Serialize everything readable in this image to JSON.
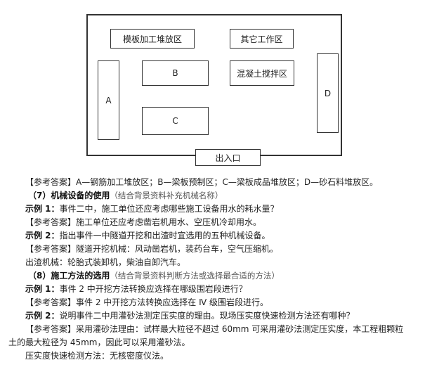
{
  "diagram": {
    "zones": {
      "formwork": "模板加工堆放区",
      "other": "其它工作区",
      "a": "A",
      "b": "B",
      "concrete": "混凝土搅拌区",
      "c": "C",
      "d": "D",
      "entrance": "出入口"
    }
  },
  "text": {
    "l1": "【参考答案】A—钢筋加工堆放区；B—梁板预制区；C—梁板成品堆放区；D—砂石料堆放区。",
    "l2_head": "（7）机械设备的使用",
    "l2_note": "（结合背景资料补充机械名称）",
    "l3_label": "示例 1：",
    "l3_text": "事件二中，施工单位还应考虑哪些施工设备用水的耗水量？",
    "l4": "【参考答案】施工单位还应考虑凿岩机用水、空压机冷却用水。",
    "l5_label": "示例 2：",
    "l5_text": "指出事件一中隧道开挖和出渣时宜选用的五种机械设备。",
    "l6": "【参考答案】隧道开挖机械：风动凿岩机，装药台车，空气压缩机。",
    "l7": "出渣机械：轮胎式装卸机，柴油自卸汽车。",
    "l8_head": "（8）施工方法的选用",
    "l8_note": "（结合背景资料判断方法或选择最合适的方法）",
    "l9_label": "示例 1：",
    "l9_text": "事件 2 中开挖方法转换应选择在哪级围岩段进行？",
    "l10": "【参考答案】事件 2 中开挖方法转换应选择在 Ⅳ 级围岩段进行。",
    "l11_label": "示例 2：",
    "l11_text": "说明事件二中用灌砂法测定压实度的理由。现场压实度快速检测方法还有哪种？",
    "l12": "【参考答案】采用灌砂法理由：试样最大粒径不超过 60mm 可采用灌砂法测定压实度，本工程粗颗粒",
    "l13": "土的最大粒径为 45mm，因此可以采用灌砂法。",
    "l14": "压实度快速检测方法：无核密度仪法。"
  }
}
